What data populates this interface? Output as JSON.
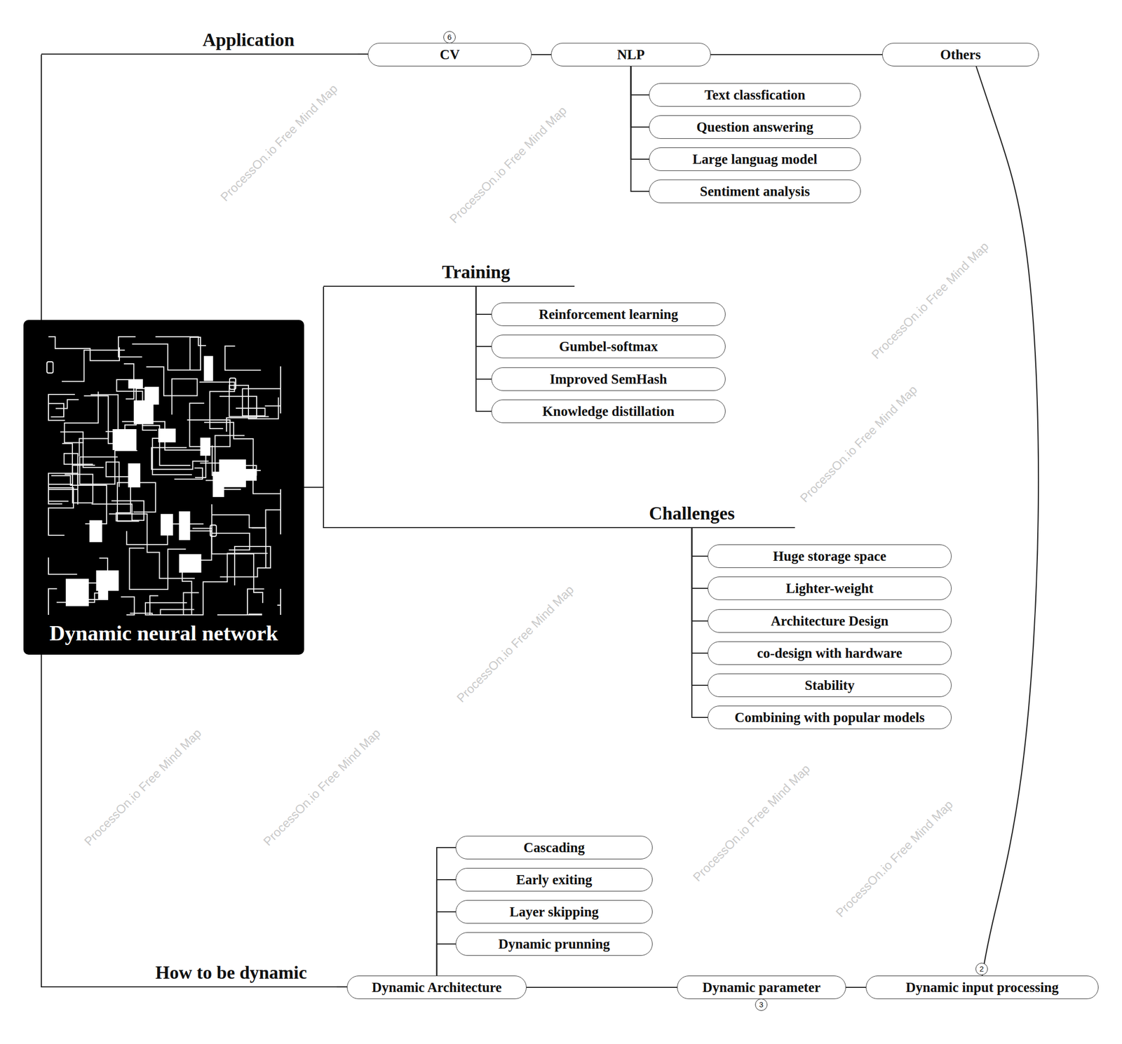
{
  "diagram": {
    "nodes": [
      {
        "text": [
          "Dynamic neural network"
        ]
      },
      {
        "text": [
          "Application"
        ]
      },
      {
        "text": [
          "CV"
        ]
      },
      {
        "text": [
          "NLP"
        ]
      },
      {
        "text": [
          "Text classfication"
        ]
      },
      {
        "text": [
          "Question answering"
        ]
      },
      {
        "text": [
          "Large languag model"
        ]
      },
      {
        "text": [
          "Sentiment analysis"
        ]
      },
      {
        "text": [
          "Others"
        ]
      },
      {
        "text": [
          "Training"
        ]
      },
      {
        "text": [
          "Reinforcement learning"
        ]
      },
      {
        "text": [
          "Gumbel-softmax"
        ]
      },
      {
        "text": [
          "Improved SemHash"
        ]
      },
      {
        "text": [
          "Knowledge distillation"
        ]
      },
      {
        "text": [
          "Challenges"
        ]
      },
      {
        "text": [
          "Huge storage space"
        ]
      },
      {
        "text": [
          "Lighter-weight"
        ]
      },
      {
        "text": [
          "Architecture Design"
        ]
      },
      {
        "text": [
          "co-design with hardware"
        ]
      },
      {
        "text": [
          "Stability"
        ]
      },
      {
        "text": [
          "Combining with popular models"
        ]
      },
      {
        "text": [
          "How to be dynamic"
        ]
      },
      {
        "text": [
          "Dynamic Architecture"
        ]
      },
      {
        "text": [
          "Cascading"
        ]
      },
      {
        "text": [
          "Early exiting"
        ]
      },
      {
        "text": [
          "Layer skipping"
        ]
      },
      {
        "text": [
          "Dynamic prunning"
        ]
      },
      {
        "text": [
          "Dynamic parameter"
        ]
      },
      {
        "text": [
          "Dynamic input processing"
        ]
      }
    ],
    "edges": [
      {
        "from": 0,
        "to": 1,
        "arrow": "none"
      },
      {
        "from": 1,
        "to": 2,
        "arrow": "none"
      },
      {
        "from": 2,
        "to": 3,
        "arrow": "none"
      },
      {
        "from": 3,
        "to": 4,
        "arrow": "none"
      },
      {
        "from": 3,
        "to": 5,
        "arrow": "none"
      },
      {
        "from": 3,
        "to": 6,
        "arrow": "none"
      },
      {
        "from": 3,
        "to": 7,
        "arrow": "none"
      },
      {
        "from": 3,
        "to": 8,
        "arrow": "none"
      },
      {
        "from": 0,
        "to": 9,
        "arrow": "none"
      },
      {
        "from": 9,
        "to": 10,
        "arrow": "none"
      },
      {
        "from": 9,
        "to": 11,
        "arrow": "none"
      },
      {
        "from": 9,
        "to": 12,
        "arrow": "none"
      },
      {
        "from": 9,
        "to": 13,
        "arrow": "none"
      },
      {
        "from": 0,
        "to": 14,
        "arrow": "none"
      },
      {
        "from": 14,
        "to": 15,
        "arrow": "none"
      },
      {
        "from": 14,
        "to": 16,
        "arrow": "none"
      },
      {
        "from": 14,
        "to": 17,
        "arrow": "none"
      },
      {
        "from": 14,
        "to": 18,
        "arrow": "none"
      },
      {
        "from": 14,
        "to": 19,
        "arrow": "none"
      },
      {
        "from": 14,
        "to": 20,
        "arrow": "none"
      },
      {
        "from": 0,
        "to": 21,
        "arrow": "none"
      },
      {
        "from": 21,
        "to": 22,
        "arrow": "none"
      },
      {
        "from": 22,
        "to": 23,
        "arrow": "none"
      },
      {
        "from": 22,
        "to": 24,
        "arrow": "none"
      },
      {
        "from": 22,
        "to": 25,
        "arrow": "none"
      },
      {
        "from": 22,
        "to": 26,
        "arrow": "none"
      },
      {
        "from": 22,
        "to": 27,
        "arrow": "none"
      },
      {
        "from": 27,
        "to": 28,
        "arrow": "none"
      },
      {
        "from": 8,
        "to": 28,
        "arrow": "none"
      }
    ],
    "labels": [
      "6",
      "3",
      "2",
      "ProcessOn.io Free Mind Map",
      "ProcessOn.io Free Mind Map",
      "ProcessOn.io Free Mind Map",
      "ProcessOn.io Free Mind Map",
      "ProcessOn.io Free Mind Map",
      "ProcessOn.io Free Mind Map",
      "ProcessOn.io Free Mind Map",
      "ProcessOn.io Free Mind Map",
      "ProcessOn.io Free Mind Map"
    ]
  }
}
